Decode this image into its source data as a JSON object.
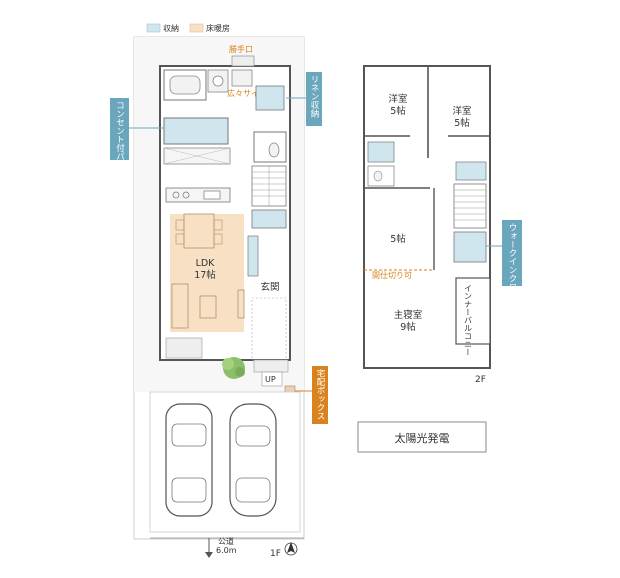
{
  "legend": {
    "storage": "収納",
    "floor_heating": "床暖房"
  },
  "colors": {
    "storage": "#cfe6ef",
    "floor_heating": "#f7e0c3",
    "tag": "#6aa7bd",
    "tag_orange": "#d9831f",
    "wall": "#555555"
  },
  "floor1": {
    "service_door": "勝手口",
    "spacious_size": "広々サイズ",
    "ldk": "LDK",
    "ldk_size": "17帖",
    "entrance": "玄関",
    "up": "UP",
    "road": "公道",
    "road_width": "6.0m",
    "floor_label": "1F",
    "tag_pantry": "コンセント付パントリー",
    "tag_linen": "リネン収納",
    "tag_delivery": "宅配ボックス"
  },
  "floor2": {
    "western1": "洋室",
    "western1_size": "5帖",
    "western2": "洋室",
    "western2_size": "5帖",
    "room3_size": "5帖",
    "partition": "間仕切り可",
    "master": "主寝室",
    "master_size": "9帖",
    "inner_balcony": "インナーバルコニー",
    "floor_label": "2F",
    "tag_walkin": "ウォークインクローゼット"
  },
  "solar_button": "太陽光発電"
}
